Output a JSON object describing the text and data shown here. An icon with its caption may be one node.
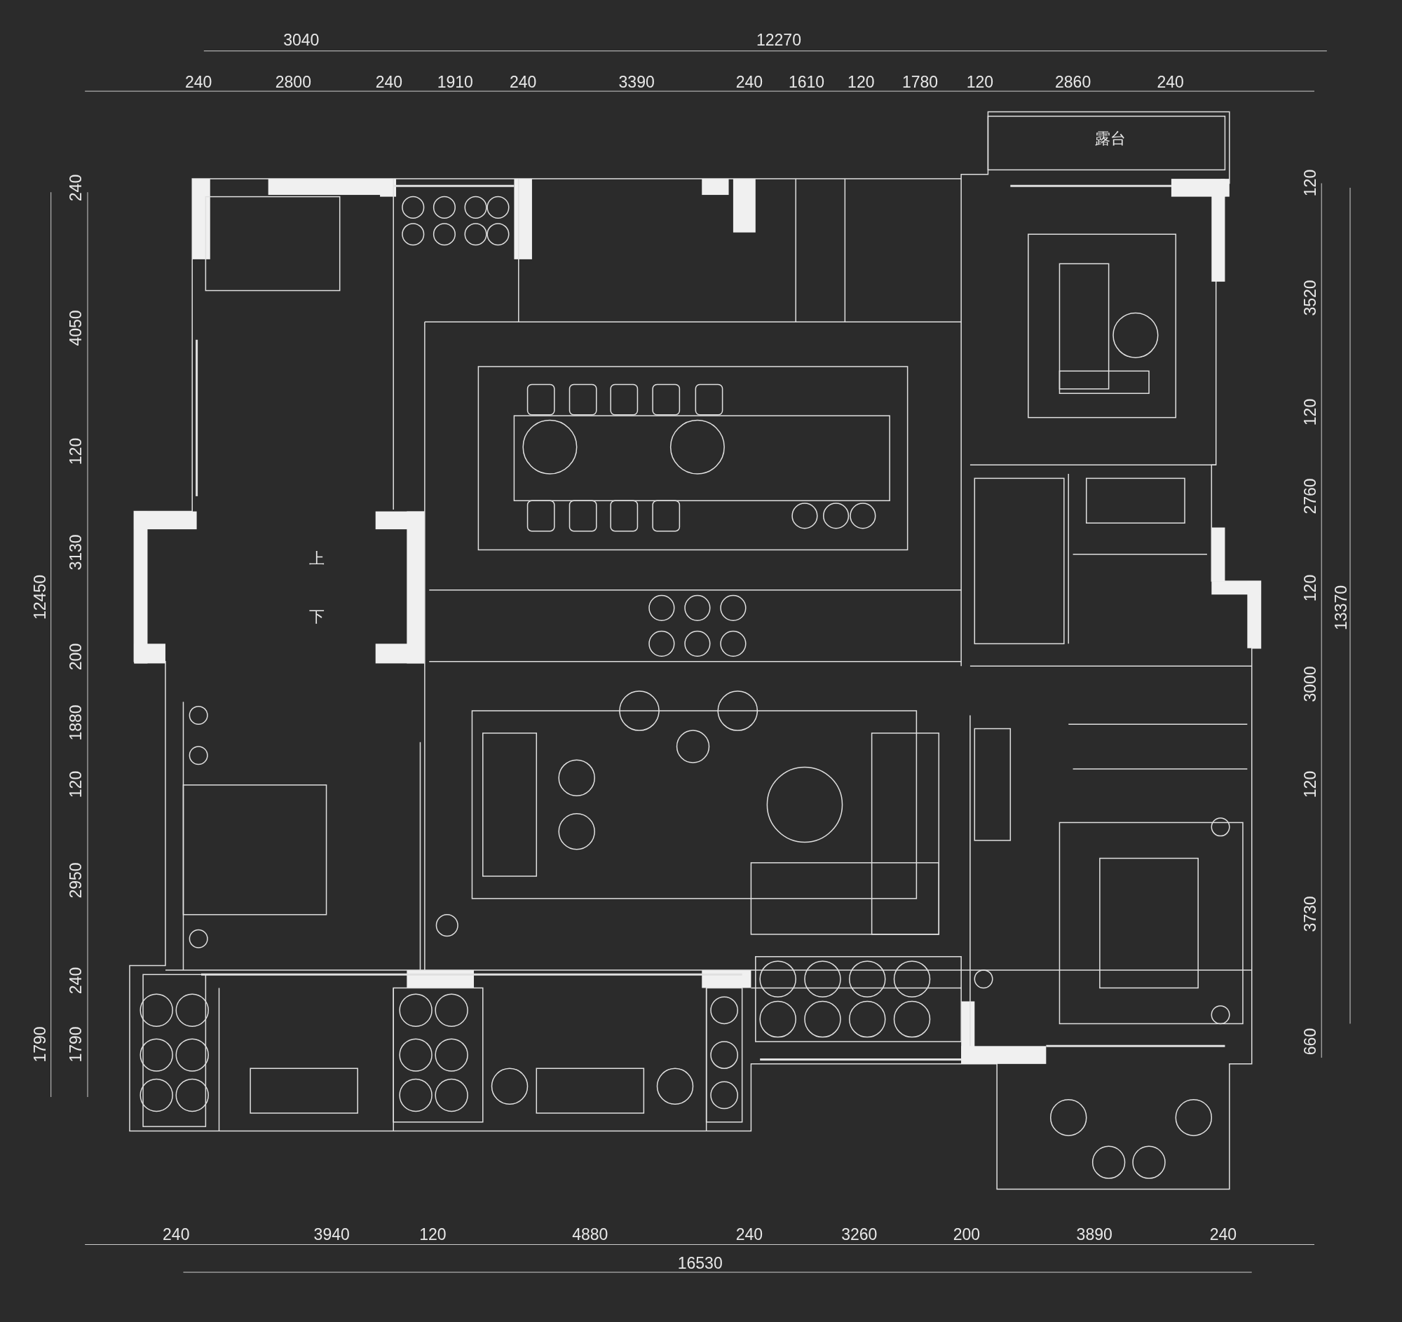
{
  "diagram": {
    "labels": [
      "3040",
      "12270",
      "240",
      "2800",
      "240",
      "1910",
      "240",
      "3390",
      "240",
      "1610",
      "120",
      "1780",
      "120",
      "2860",
      "240",
      "露台",
      "上",
      "下",
      "12450",
      "240",
      "4050",
      "120",
      "3130",
      "200",
      "1880",
      "120",
      "2950",
      "240",
      "1790",
      "1790",
      "120",
      "3520",
      "120",
      "2760",
      "120",
      "3000",
      "120",
      "3730",
      "660",
      "13370",
      "240",
      "3940",
      "120",
      "4880",
      "240",
      "3260",
      "200",
      "3890",
      "240",
      "16530"
    ]
  }
}
